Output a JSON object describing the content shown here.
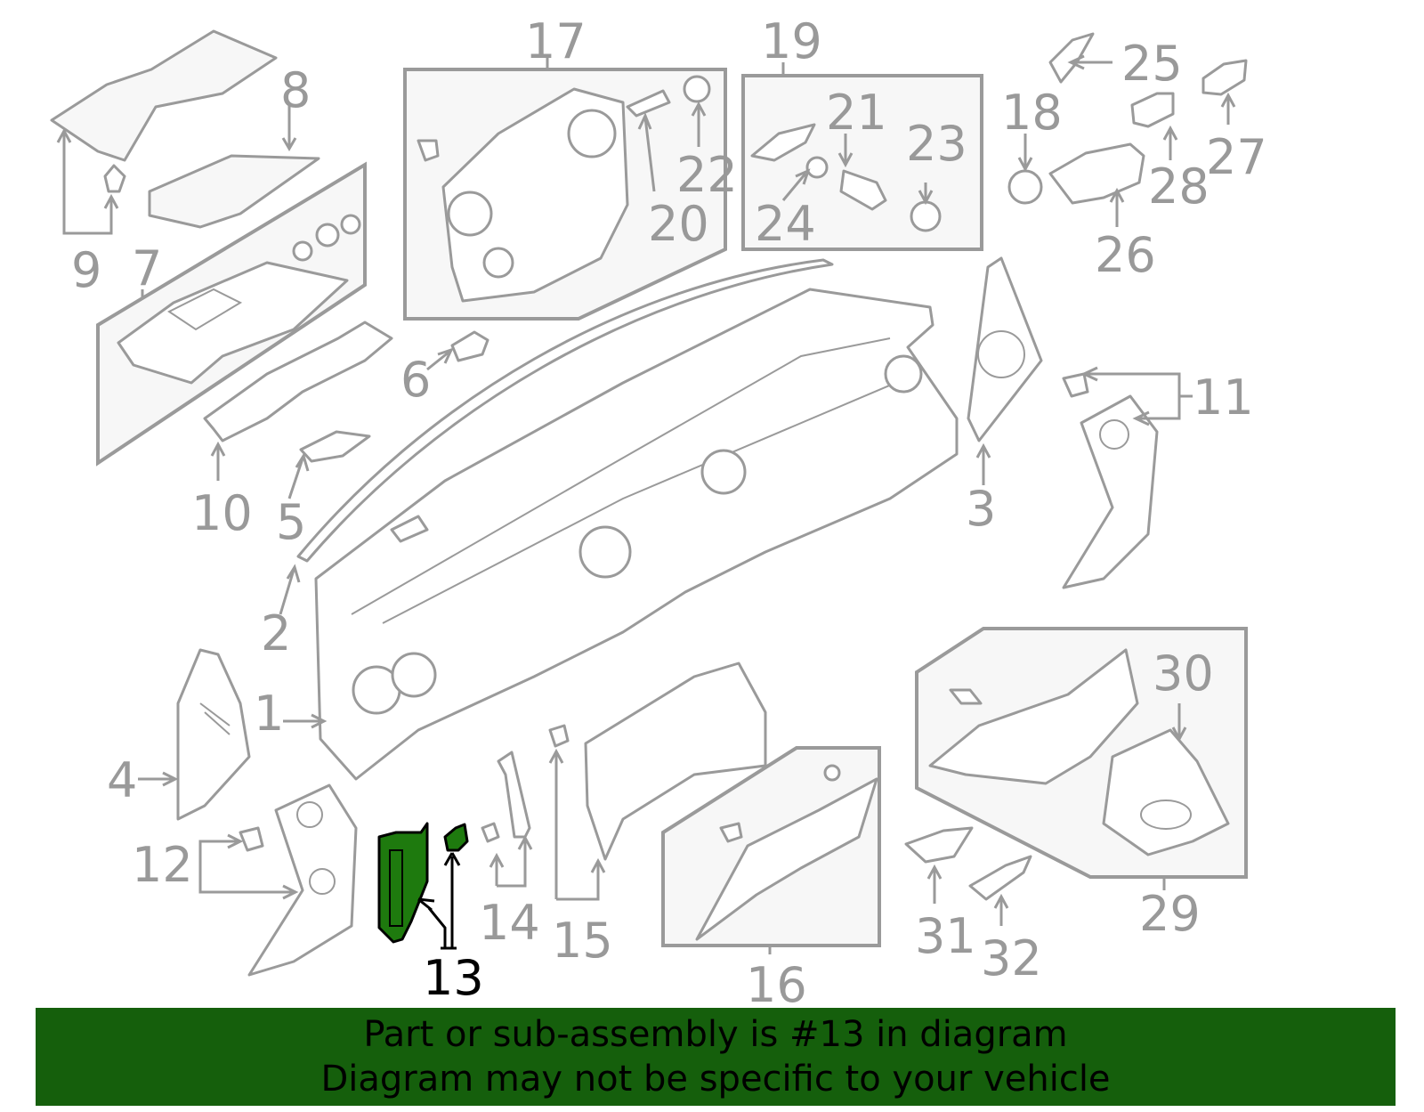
{
  "diagram": {
    "highlighted_part": "13",
    "callouts": [
      "1",
      "2",
      "3",
      "4",
      "5",
      "6",
      "7",
      "8",
      "9",
      "10",
      "11",
      "12",
      "13",
      "14",
      "15",
      "16",
      "17",
      "18",
      "19",
      "20",
      "21",
      "22",
      "23",
      "24",
      "25",
      "26",
      "27",
      "28",
      "29",
      "30",
      "31",
      "32"
    ]
  },
  "banner": {
    "line1": "Part or sub-assembly is #13 in diagram",
    "line2": "Diagram may not be specific to your vehicle"
  },
  "colors": {
    "highlight_part": "#1e7a0e",
    "banner_background": "#155f0c",
    "line_art": "#9a9a9a"
  }
}
